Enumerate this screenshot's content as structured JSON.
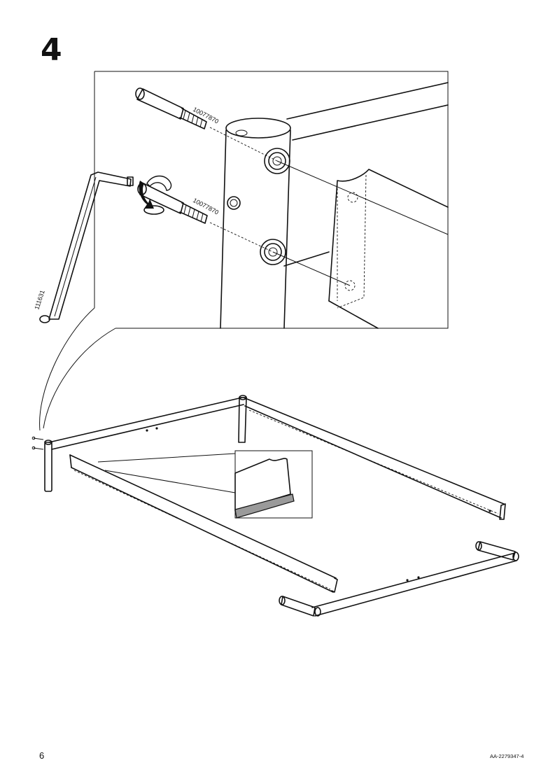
{
  "step": {
    "number": "4"
  },
  "parts": {
    "bolt_top_code": "10077870",
    "bolt_bottom_code": "10077870",
    "allen_key_code": "111631"
  },
  "footer": {
    "page_number": "6",
    "document_code": "AA-2279347-4"
  }
}
